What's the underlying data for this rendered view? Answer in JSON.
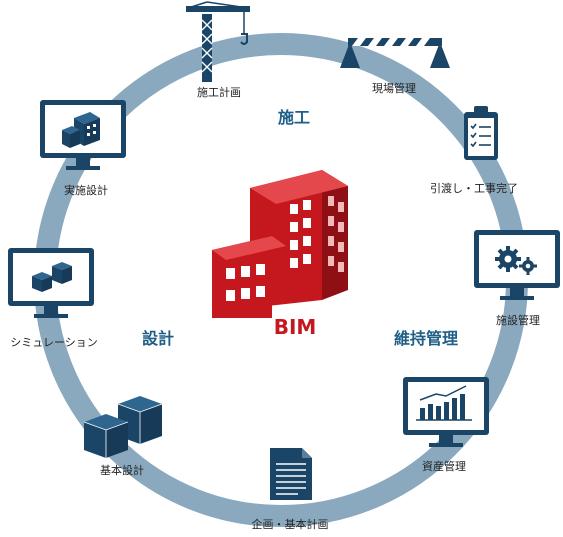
{
  "center": {
    "label": "BIM"
  },
  "phases": {
    "construction": "施工",
    "design": "設計",
    "maintenance": "維持管理"
  },
  "steps": {
    "construction_planning": "施工計画",
    "site_management": "現場管理",
    "handover": "引渡し・工事完了",
    "facility_management": "施設管理",
    "asset_management": "資産管理",
    "planning_basic_plan": "企画・基本計画",
    "basic_design": "基本設計",
    "simulation": "シミュレーション",
    "detailed_design": "実施設計"
  },
  "colors": {
    "ring": "#8aa9be",
    "navy": "#1a4566",
    "bim_red": "#c4171e",
    "phase_text": "#1f5e86"
  },
  "icons": {
    "construction_planning": "crane-icon",
    "site_management": "barrier-icon",
    "handover": "clipboard-checklist-icon",
    "facility_management": "monitor-gears-icon",
    "asset_management": "monitor-bar-chart-icon",
    "planning_basic_plan": "document-icon",
    "basic_design": "cubes-icon",
    "simulation": "monitor-cubes-icon",
    "detailed_design": "monitor-building-icon"
  }
}
